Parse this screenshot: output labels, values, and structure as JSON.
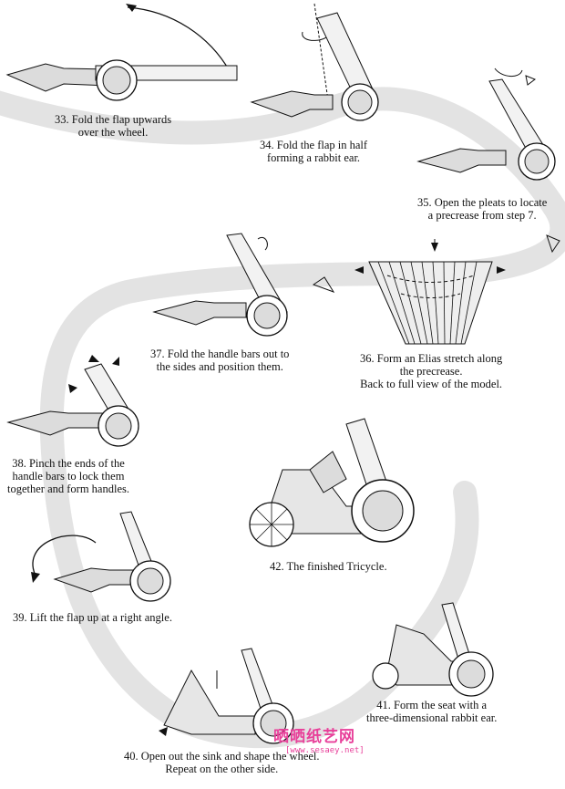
{
  "steps": [
    {
      "number": "33",
      "lines": [
        "33. Fold the flap upwards",
        "over the wheel."
      ]
    },
    {
      "number": "34",
      "lines": [
        "34. Fold the flap in half",
        "forming a rabbit ear."
      ]
    },
    {
      "number": "35",
      "lines": [
        "35. Open the pleats to locate",
        "a precrease from step 7."
      ]
    },
    {
      "number": "36",
      "lines": [
        "36. Form an Elias stretch along",
        "the precrease.",
        "Back to full view of the model."
      ]
    },
    {
      "number": "37",
      "lines": [
        "37. Fold the handle bars out to",
        "the sides and position them."
      ]
    },
    {
      "number": "38",
      "lines": [
        "38. Pinch the ends of the",
        "handle bars to lock them",
        "together and form handles."
      ]
    },
    {
      "number": "39",
      "lines": [
        "39. Lift the flap up at a right angle."
      ]
    },
    {
      "number": "40",
      "lines": [
        "40. Open out the sink and shape the wheel.",
        "Repeat on the other side."
      ]
    },
    {
      "number": "41",
      "lines": [
        "41. Form the seat with a",
        "three-dimensional rabbit ear."
      ]
    },
    {
      "number": "42",
      "lines": [
        "42. The finished Tricycle."
      ]
    }
  ],
  "watermark": {
    "text": "晒晒纸艺网",
    "url": "[www.sesaey.net]"
  },
  "colors": {
    "path_band": "#e3e3e3",
    "paper": "#dcdcdc",
    "line": "#111111",
    "accent": "#e8409a"
  }
}
